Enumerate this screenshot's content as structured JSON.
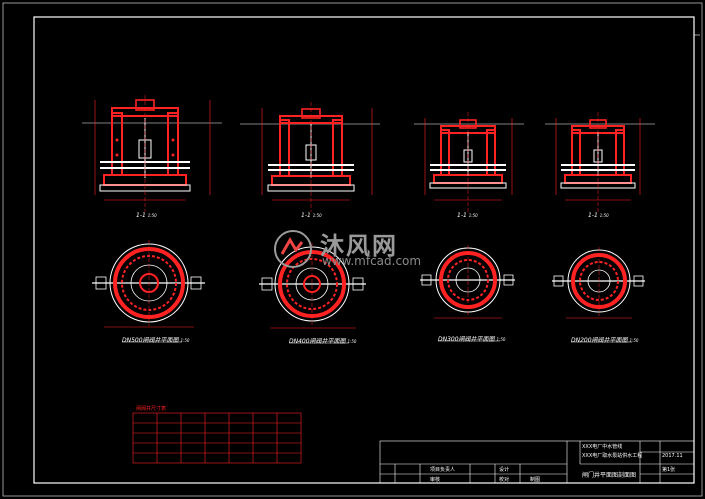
{
  "watermark": {
    "brand_cn": "沐风网",
    "url": "www.mfcad.com"
  },
  "sections": [
    {
      "section_label": "1-1",
      "scale": "1:50"
    },
    {
      "section_label": "1-1",
      "scale": "1:50"
    },
    {
      "section_label": "1-1",
      "scale": "1:50"
    },
    {
      "section_label": "1-1",
      "scale": "1:50"
    }
  ],
  "plans": [
    {
      "title": "DN500闸阀井平面图",
      "scale": "1:50"
    },
    {
      "title": "DN400闸阀井平面图",
      "scale": "1:50"
    },
    {
      "title": "DN300闸阀井平面图",
      "scale": "1:50"
    },
    {
      "title": "DN200闸阀井平面图",
      "scale": "1:50"
    }
  ],
  "table": {
    "title": "闸阀井尺寸表",
    "rows": 5,
    "cols": 7
  },
  "title_block": {
    "project": "XXX电厂中水管线",
    "subproject": "XXX电厂取水泵站供水工程",
    "drawing_title": "闸门井平面图剖面图",
    "date": "2017.11",
    "sheet": "第1张",
    "cells": [
      "项目负责人",
      "设计",
      "审核",
      "校对",
      "制图"
    ]
  }
}
